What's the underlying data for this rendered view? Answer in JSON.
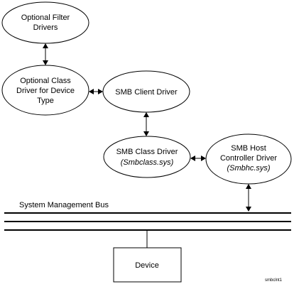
{
  "nodes": {
    "filter": {
      "line1": "Optional Filter",
      "line2": "Drivers"
    },
    "class_optional": {
      "line1": "Optional Class",
      "line2": "Driver for Device",
      "line3": "Type"
    },
    "client": {
      "line1": "SMB Client Driver"
    },
    "smb_class": {
      "line1": "SMB Class Driver",
      "line2": "(Smbclass.sys)"
    },
    "host": {
      "line1": "SMB Host",
      "line2": "Controller Driver",
      "line3": "(Smbhc.sys)"
    },
    "device": {
      "line1": "Device"
    }
  },
  "bus": {
    "label": "System Management Bus"
  },
  "figure_tag": "smbclnt1"
}
